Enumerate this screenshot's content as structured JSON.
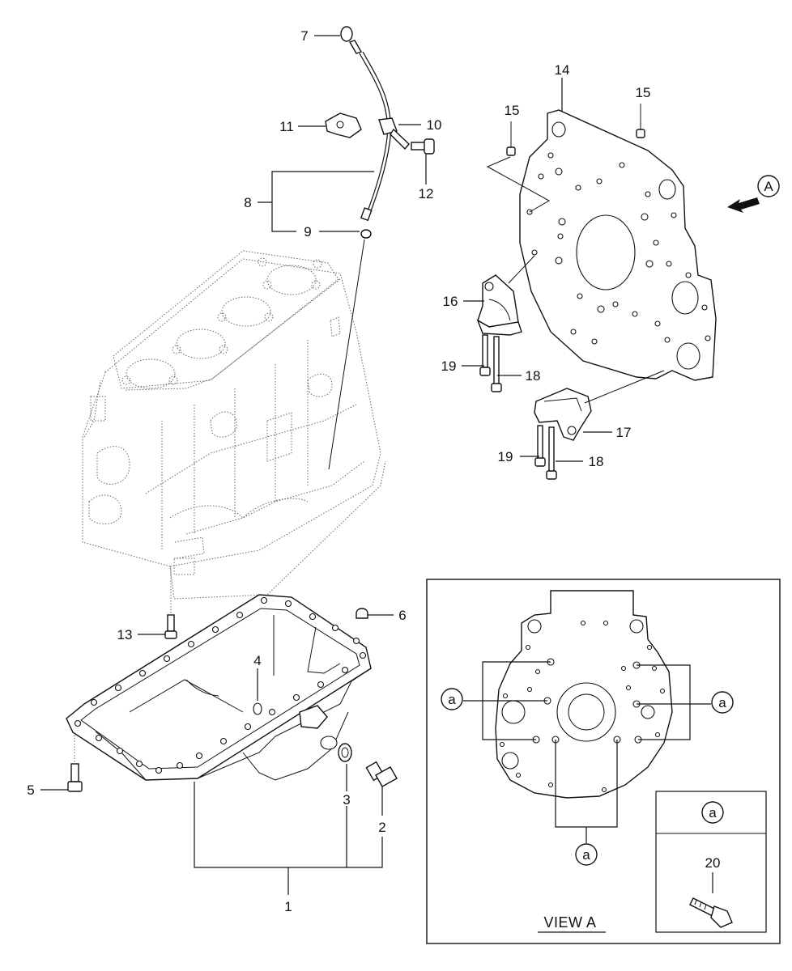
{
  "callouts": {
    "c1": "1",
    "c2": "2",
    "c3": "3",
    "c4": "4",
    "c5": "5",
    "c6": "6",
    "c7": "7",
    "c8": "8",
    "c9": "9",
    "c10": "10",
    "c11": "11",
    "c12": "12",
    "c13": "13",
    "c14": "14",
    "c15a": "15",
    "c15b": "15",
    "c16": "16",
    "c17": "17",
    "c18a": "18",
    "c18b": "18",
    "c19a": "19",
    "c19b": "19",
    "c20": "20"
  },
  "view_marker": "A",
  "view_a": {
    "title": "VIEW A",
    "marker_left": "a",
    "marker_right": "a",
    "marker_bottom": "a",
    "legend_marker": "a"
  }
}
